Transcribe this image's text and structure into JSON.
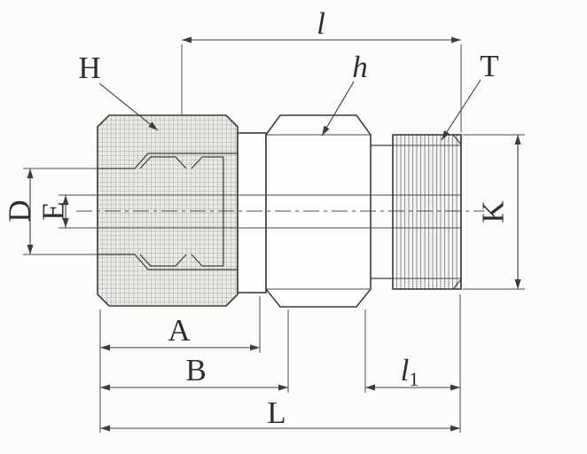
{
  "drawing": {
    "labels": {
      "top_length": "l",
      "nut_hex": "H",
      "body_hex": "h",
      "thread": "T",
      "tube_hole_dia": "D",
      "bore_dia": "E",
      "thread_flat": "K",
      "dim_a": "A",
      "dim_b": "B",
      "thread_length_main": "l",
      "thread_length_sub": "1",
      "overall_length": "L"
    },
    "colors": {
      "line": "#3c3c3c",
      "background": "#fcfcfb",
      "hatch": "#9a9a98"
    }
  }
}
